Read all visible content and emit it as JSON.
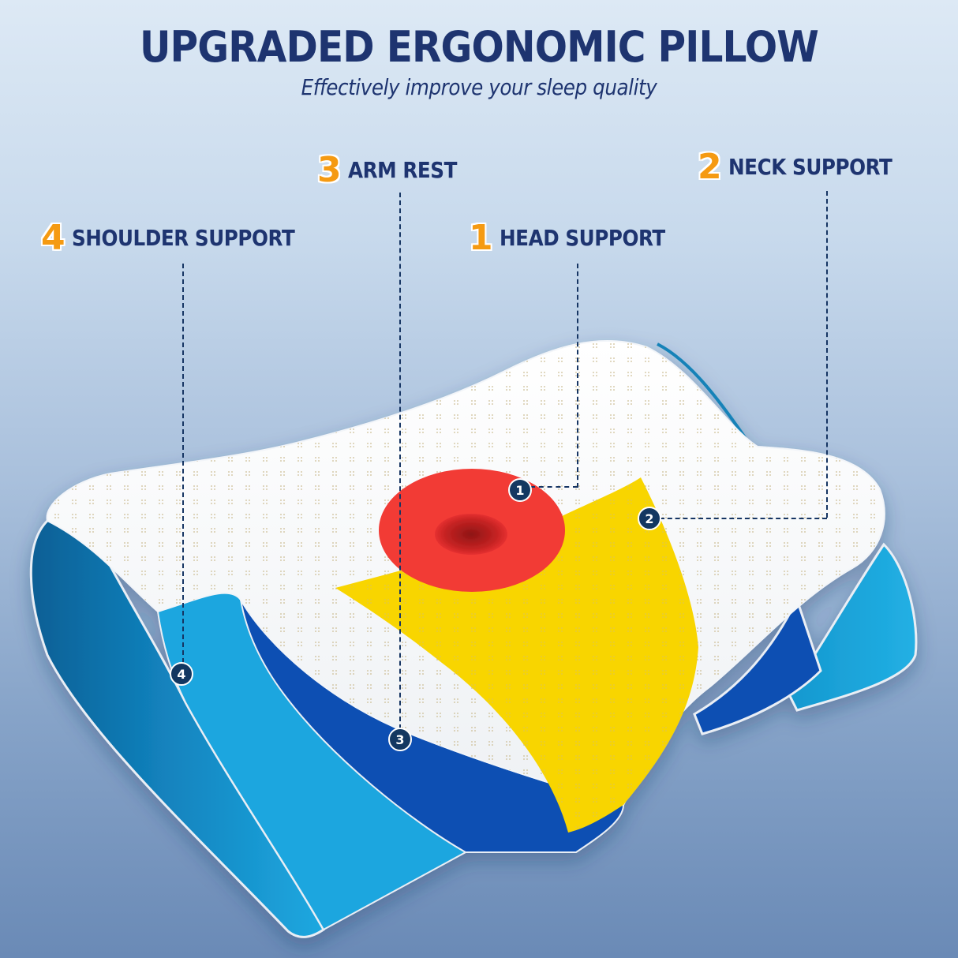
{
  "header": {
    "title": "UPGRADED ERGONOMIC PILLOW",
    "subtitle": "Effectively improve your sleep quality"
  },
  "callouts": [
    {
      "number": "1",
      "label": "HEAD SUPPORT",
      "zone_color": "#f23a35"
    },
    {
      "number": "2",
      "label": "NECK SUPPORT",
      "zone_color": "#f8d500"
    },
    {
      "number": "3",
      "label": "ARM REST",
      "zone_color": "#0b4fb3"
    },
    {
      "number": "4",
      "label": "SHOULDER SUPPORT",
      "zone_color": "#1a9fd8"
    }
  ],
  "markers": [
    "1",
    "2",
    "3",
    "4"
  ],
  "colors": {
    "title": "#1e3470",
    "number_accent": "#f59a12",
    "marker_bg": "#133761",
    "pillow_top": "#ffffff",
    "pillow_side": "#1a9fd8"
  }
}
